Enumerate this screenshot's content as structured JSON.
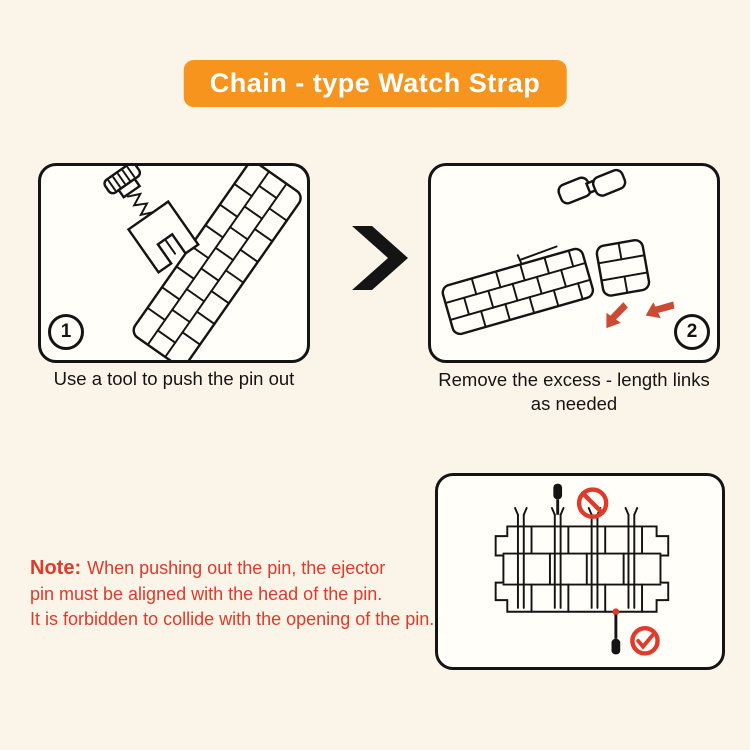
{
  "banner": {
    "label": "Chain - type Watch Strap"
  },
  "steps": [
    {
      "number": "1",
      "caption": "Use a tool to push the pin out"
    },
    {
      "number": "2",
      "caption_line1": "Remove the excess - length links",
      "caption_line2": "as needed"
    }
  ],
  "note": {
    "label": "Note:",
    "line1": "When pushing out the pin, the ejector",
    "line2": "pin must be aligned with the head of the pin.",
    "line3": "It is forbidden to collide with the opening of the pin."
  },
  "icons": {
    "arrow_between_steps": "chevron-right-icon",
    "wrong_usage": "no-entry-icon",
    "correct_usage": "check-circle-icon",
    "push_direction": "red-arrow-icon"
  },
  "colors": {
    "background": "#FBF5E9",
    "banner_bg": "#F7941D",
    "accent_red": "#E03A2A",
    "arrow_red": "#CC4A33",
    "ink": "#141414"
  }
}
